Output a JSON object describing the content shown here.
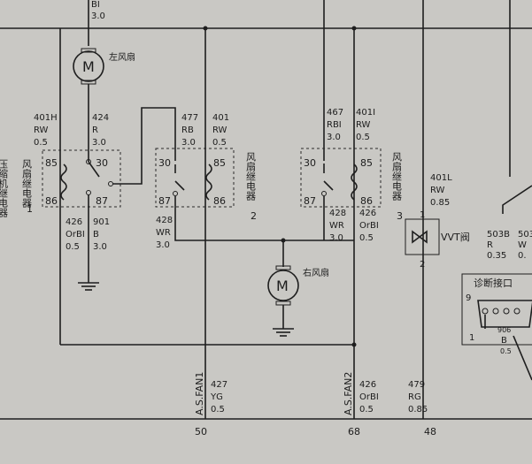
{
  "wire_labels": {
    "top_left": [
      "BI",
      "3.0"
    ],
    "w401h": [
      "401H",
      "RW",
      "0.5"
    ],
    "w424": [
      "424",
      "R",
      "3.0"
    ],
    "w477": [
      "477",
      "RB",
      "3.0"
    ],
    "w401a": [
      "401",
      "RW",
      "0.5"
    ],
    "w467": [
      "467",
      "RBI",
      "3.0"
    ],
    "w401i": [
      "401I",
      "RW",
      "0.5"
    ],
    "w401l": [
      "401L",
      "RW",
      "0.85"
    ],
    "w426a": [
      "426",
      "OrBI",
      "0.5"
    ],
    "w901": [
      "901",
      "B",
      "3.0"
    ],
    "w428a": [
      "428",
      "WR",
      "3.0"
    ],
    "w428b": [
      "428",
      "WR",
      "3.0"
    ],
    "w426b": [
      "426",
      "OrBI",
      "0.5"
    ],
    "w503b": [
      "503B",
      "R",
      "0.35"
    ],
    "w503_partial": [
      "503",
      "W",
      "0."
    ],
    "w906": [
      "906",
      "B",
      "0.5"
    ],
    "w427": [
      "427",
      "YG",
      "0.5"
    ],
    "w426c": [
      "426",
      "OrBI",
      "0.5"
    ],
    "w479": [
      "479",
      "RG",
      "0.85"
    ]
  },
  "components": {
    "left_fan": "左风扇",
    "right_fan": "右风扇",
    "motor_symbol": "M",
    "relay1_name": "风扇继电器",
    "relay1_partial": "压缩机继电器",
    "relay1_num": "1",
    "relay2_name": "风扇继电器",
    "relay2_num": "2",
    "relay3_name": "风扇继电器",
    "relay3_num": "3",
    "vvt_valve": "VVT阀",
    "diag_port": "诊断接口"
  },
  "pins": {
    "r1": [
      "85",
      "30",
      "86",
      "87"
    ],
    "r2": [
      "30",
      "85",
      "87",
      "86"
    ],
    "r3": [
      "30",
      "85",
      "87",
      "86"
    ],
    "vvt": [
      "1",
      "2"
    ],
    "diag": [
      "9",
      "1"
    ]
  },
  "connectors": {
    "fan1": "A.S.FAN1",
    "fan2": "A.S.FAN2",
    "pin50": "50",
    "pin68": "68",
    "pin48": "48"
  }
}
